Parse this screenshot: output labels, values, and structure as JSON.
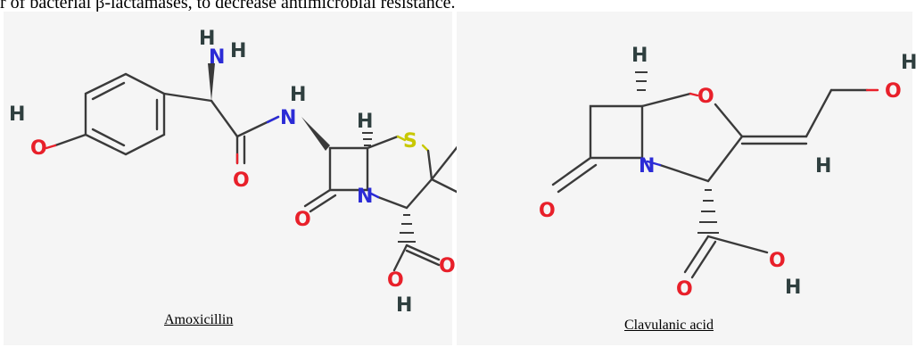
{
  "header_text": "r of bacterial β-lactamases, to decrease antimicrobial resistance.",
  "molecules": [
    {
      "name": "Amoxicillin"
    },
    {
      "name": "Clavulanic acid"
    }
  ],
  "atoms": {
    "H": "H",
    "O": "O",
    "N": "N",
    "S": "S"
  },
  "colors": {
    "oxygen": "#e8202a",
    "nitrogen": "#2b2bd6",
    "sulfur": "#c8c800",
    "hydrogen": "#2f3f3f",
    "bond": "#3a3a3a",
    "background": "#f5f5f5"
  }
}
